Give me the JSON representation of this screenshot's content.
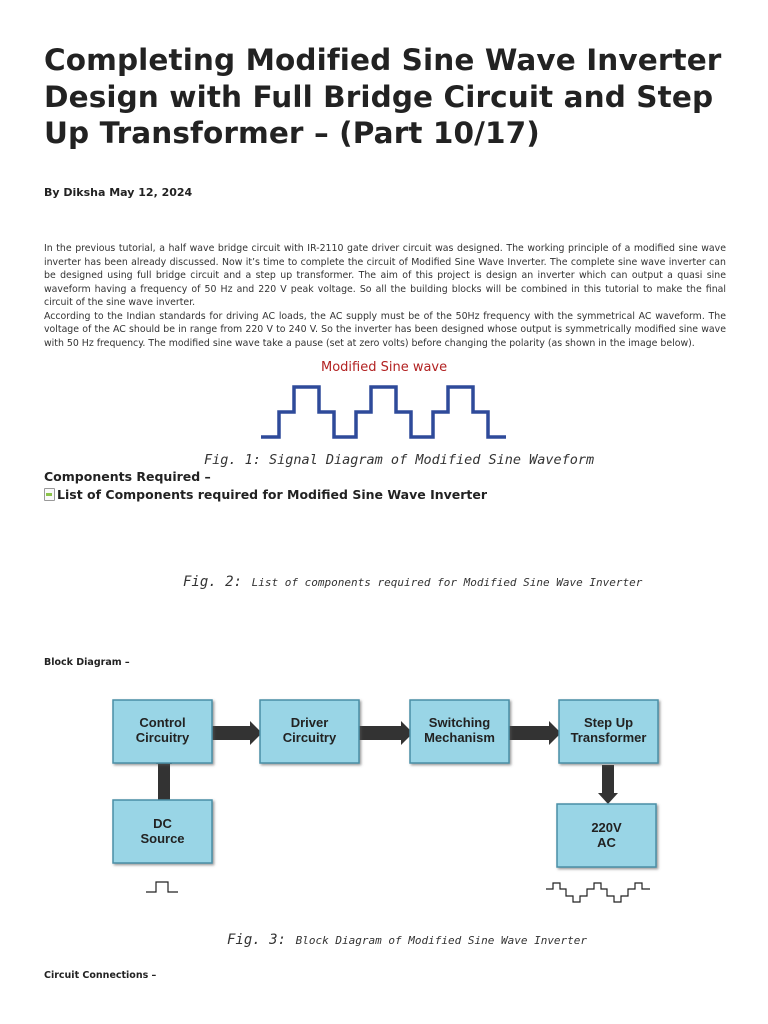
{
  "article": {
    "title": "Completing Modified Sine Wave Inverter Design with Full Bridge Circuit and Step Up Transformer – (Part 10/17)",
    "byline": "By Diksha May 12, 2024",
    "paragraphs": [
      "In the previous tutorial, a half wave bridge circuit with IR-2110 gate driver circuit was designed. The working principle of a modified sine wave inverter has been already discussed. Now it’s time to complete the circuit of Modified Sine Wave Inverter. The complete sine wave inverter can be designed using full bridge circuit and a step up transformer. The aim of this project is design an inverter which can output a quasi sine waveform having a frequency of 50 Hz and 220 V peak voltage. So all the building blocks will be combined in this tutorial to make the final circuit of the sine wave inverter.",
      "According to the Indian standards for driving AC loads, the AC supply must be of the 50Hz frequency with the symmetrical AC waveform. The voltage of the AC should be in range from 220 V to 240 V. So the inverter has been designed whose output is symmetrically modified sine wave with 50 Hz frequency. The modified sine wave take a pause (set at zero volts) before changing the polarity (as shown in the image below)."
    ]
  },
  "fig1": {
    "image_title": "Modified Sine wave",
    "caption": "Fig. 1: Signal Diagram of Modified Sine Waveform",
    "wave_color": "#2e4a9a",
    "title_color": "#b22222"
  },
  "components": {
    "heading": "Components Required –",
    "image_alt": "List of Components required for Modified Sine Wave Inverter"
  },
  "fig2": {
    "caption_num": "Fig. 2:",
    "caption_text": "List of components required for Modified Sine Wave Inverter"
  },
  "block_diagram": {
    "heading": "Block Diagram –",
    "blocks": {
      "control": [
        "Control",
        "Circuitry"
      ],
      "driver": [
        "Driver",
        "Circuitry"
      ],
      "switching": [
        "Switching",
        "Mechanism"
      ],
      "transformer": [
        "Step Up",
        "Transformer"
      ],
      "dc": [
        "DC",
        "Source"
      ],
      "ac": [
        "220V",
        "AC"
      ]
    },
    "block_color": "#99d5e6"
  },
  "fig3": {
    "caption_num": "Fig. 3:",
    "caption_text": "Block Diagram of Modified Sine Wave Inverter"
  },
  "circuit": {
    "heading": "Circuit Connections –"
  }
}
